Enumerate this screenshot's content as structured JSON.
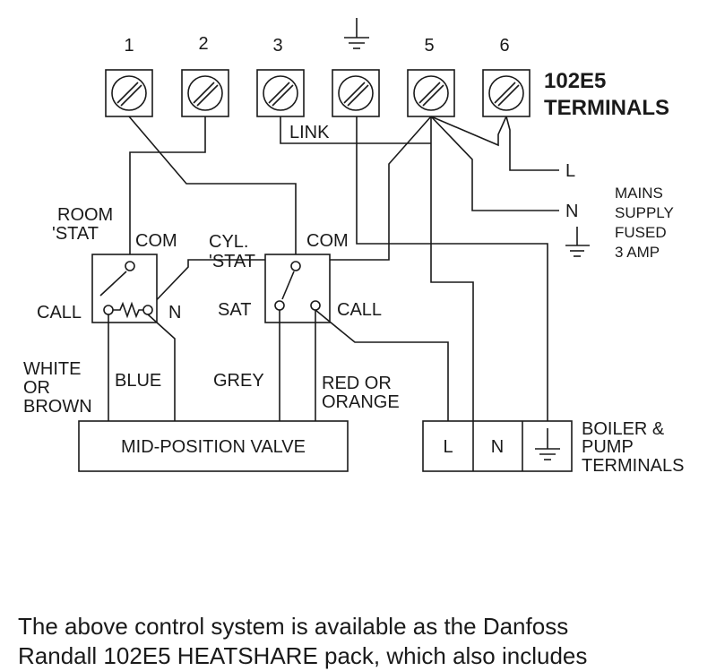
{
  "terminals": {
    "numbers": [
      "1",
      "2",
      "3",
      "5",
      "6"
    ],
    "title_line1": "102E5",
    "title_line2": "TERMINALS"
  },
  "link_label": "LINK",
  "mains": {
    "l": "L",
    "n": "N",
    "lines": [
      "MAINS",
      "SUPPLY",
      "FUSED",
      "3 AMP"
    ]
  },
  "room_stat": {
    "name1": "ROOM",
    "name2": "'STAT",
    "com": "COM",
    "call": "CALL",
    "n": "N"
  },
  "cyl_stat": {
    "name1": "CYL.",
    "name2": "'STAT",
    "com": "COM",
    "sat": "SAT",
    "call": "CALL"
  },
  "wires": {
    "white_brown": [
      "WHITE",
      "OR",
      "BROWN"
    ],
    "blue": "BLUE",
    "grey": "GREY",
    "red_orange": [
      "RED OR",
      "ORANGE"
    ]
  },
  "valve_label": "MID-POSITION VALVE",
  "boiler": {
    "l": "L",
    "n": "N",
    "lines": [
      "BOILER &",
      "PUMP",
      "TERMINALS"
    ]
  },
  "caption": [
    "The above control system is available as the Danfoss",
    "Randall 102E5 HEATSHARE pack, which also includes"
  ]
}
